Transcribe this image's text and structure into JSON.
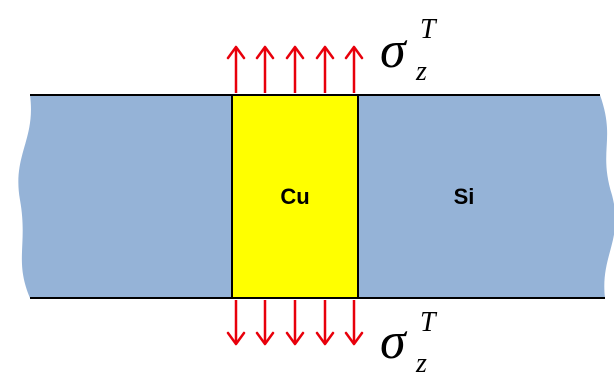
{
  "materials": {
    "copper_label": "Cu",
    "silicon_label": "Si"
  },
  "stress": {
    "symbol": "σ",
    "subscript": "z",
    "superscript": "T"
  },
  "colors": {
    "silicon": "#95b3d7",
    "copper": "#ffff00",
    "arrow": "#e8000b",
    "outline": "#000000"
  },
  "arrows": {
    "top_count": 5,
    "bottom_count": 5
  }
}
